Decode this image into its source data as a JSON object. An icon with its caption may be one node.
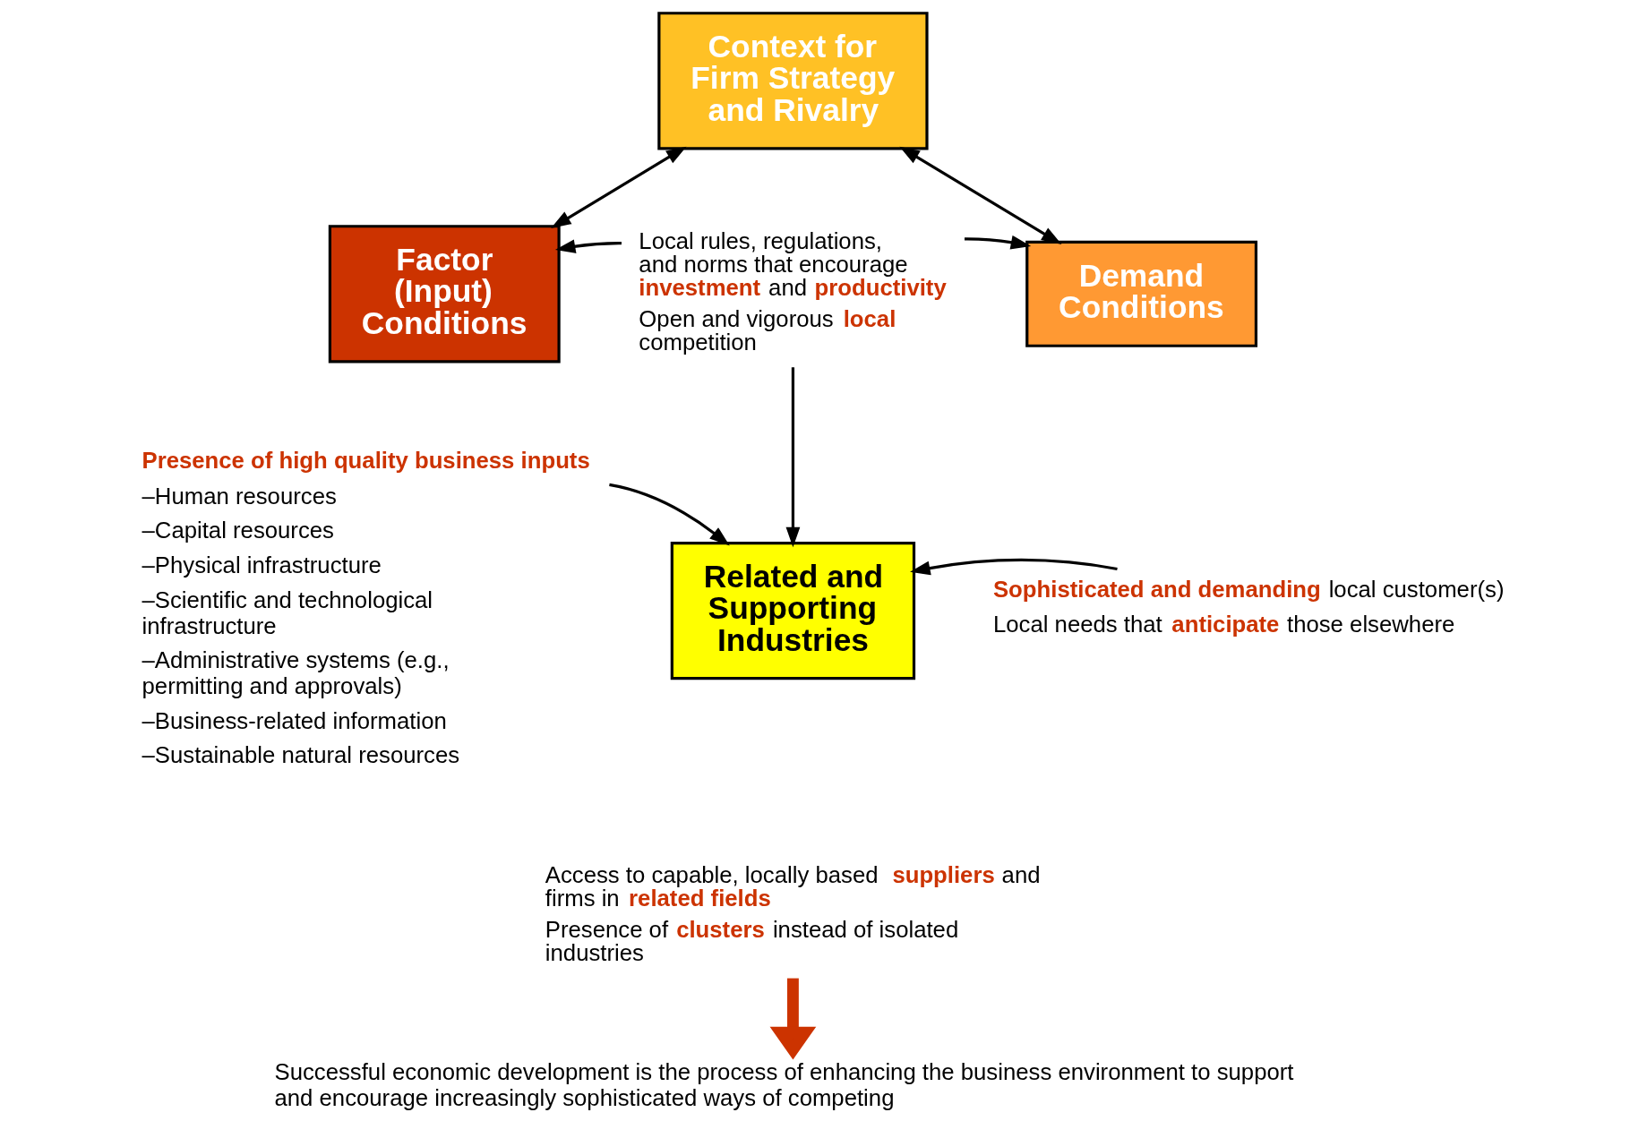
{
  "diagram": {
    "nodes": [
      {
        "text": [
          "Context for Firm Strategy and Rivalry"
        ]
      },
      {
        "text": [
          "Factor (Input) Conditions"
        ]
      },
      {
        "text": [
          "Demand Conditions"
        ]
      },
      {
        "text": [
          "Related and Supporting Industries"
        ]
      },
      {
        "text": [
          "Local rules, regulations, and norms that encourage **investment** and **productivity**",
          "Open and vigorous **local** competition"
        ]
      },
      {
        "text": [
          "Presence of high quality business inputs",
          "–Human resources",
          "–Capital resources",
          "–Physical infrastructure",
          "–Scientific and technological infrastructure",
          "–Administrative systems (e.g., permitting and approvals)",
          "–Business-related information",
          "–Sustainable natural resources"
        ]
      },
      {
        "text": [
          "**Sophisticated and demanding** local customer(s)",
          "Local needs that **anticipate** those elsewhere"
        ]
      },
      {
        "text": [
          "Access to capable, locally based **suppliers** and firms in **related fields**",
          "Presence of **clusters** instead of isolated industries"
        ]
      },
      {
        "text": [
          "Successful economic development is the process of enhancing the business environment to support and encourage increasingly sophisticated ways of competing"
        ]
      }
    ],
    "edges": [
      {
        "from": 0,
        "to": 1,
        "arrow": "both"
      },
      {
        "from": 0,
        "to": 2,
        "arrow": "both"
      },
      {
        "from": 4,
        "to": 1,
        "arrow": "to"
      },
      {
        "from": 4,
        "to": 2,
        "arrow": "to"
      },
      {
        "from": 4,
        "to": 3,
        "arrow": "to"
      },
      {
        "from": 5,
        "to": 3,
        "arrow": "to"
      },
      {
        "from": 6,
        "to": 3,
        "arrow": "to"
      },
      {
        "from": 7,
        "to": 8,
        "arrow": "to",
        "style": "thick",
        "color": "#cc3300"
      }
    ]
  }
}
